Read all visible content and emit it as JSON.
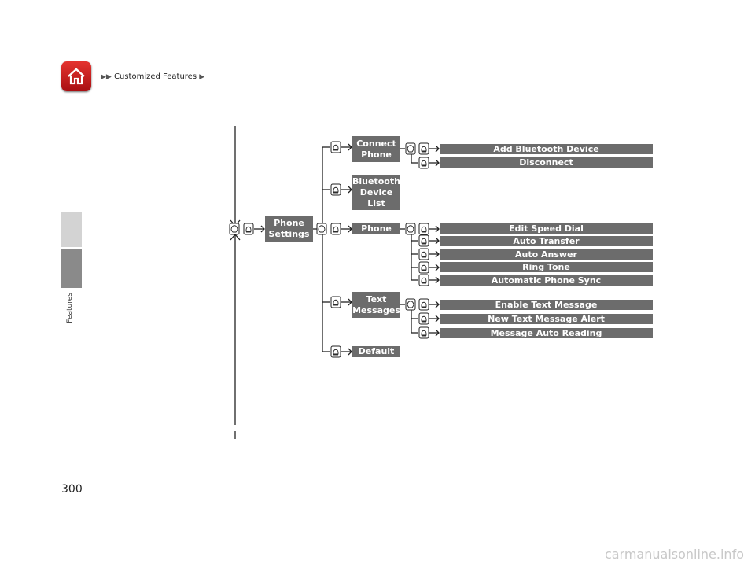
{
  "breadcrumb": {
    "text": "Customized Features"
  },
  "side": {
    "label": "Features"
  },
  "page": {
    "number": "300"
  },
  "menu": {
    "root": {
      "l1": "Phone",
      "l2": "Settings"
    },
    "connect_phone": {
      "l1": "Connect",
      "l2": "Phone"
    },
    "bluetooth_list": {
      "l1": "Bluetooth",
      "l2": "Device",
      "l3": "List"
    },
    "phone": "Phone",
    "text_messages": {
      "l1": "Text",
      "l2": "Messages"
    },
    "default": "Default",
    "leaves": {
      "add_bt": "Add Bluetooth Device",
      "disconnect": "Disconnect",
      "edit_speed_dial": "Edit Speed Dial",
      "auto_transfer": "Auto Transfer",
      "auto_answer": "Auto Answer",
      "ring_tone": "Ring Tone",
      "auto_phone_sync": "Automatic Phone Sync",
      "enable_text": "Enable Text Message",
      "new_text_alert": "New Text Message Alert",
      "msg_auto_reading": "Message Auto Reading"
    }
  },
  "watermark": "carmanualsonline.info"
}
